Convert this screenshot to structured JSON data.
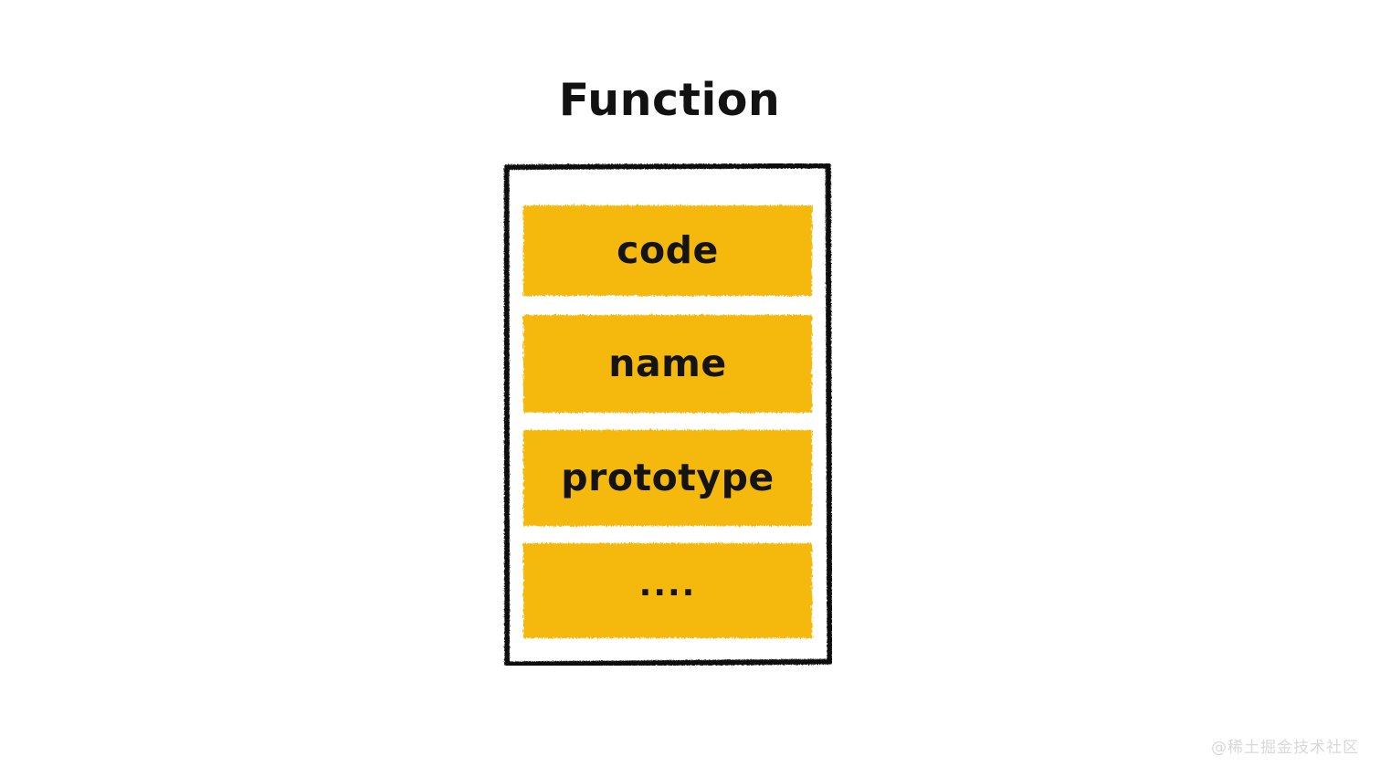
{
  "diagram": {
    "type": "hand-drawn object-structure diagram",
    "title": "Function",
    "watermark": "@稀土掘金技术社区",
    "colors": {
      "background": "#ffffff",
      "block_fill": "#F5B811",
      "border": "#111111",
      "text": "#141414",
      "watermark": "#d8d8d8"
    },
    "container": {
      "label": "Function",
      "style": "rough black rectangular outline"
    },
    "properties": [
      {
        "id": "code",
        "label": "code"
      },
      {
        "id": "name",
        "label": "name"
      },
      {
        "id": "prototype",
        "label": "prototype"
      },
      {
        "id": "rest",
        "label": "...."
      }
    ]
  }
}
